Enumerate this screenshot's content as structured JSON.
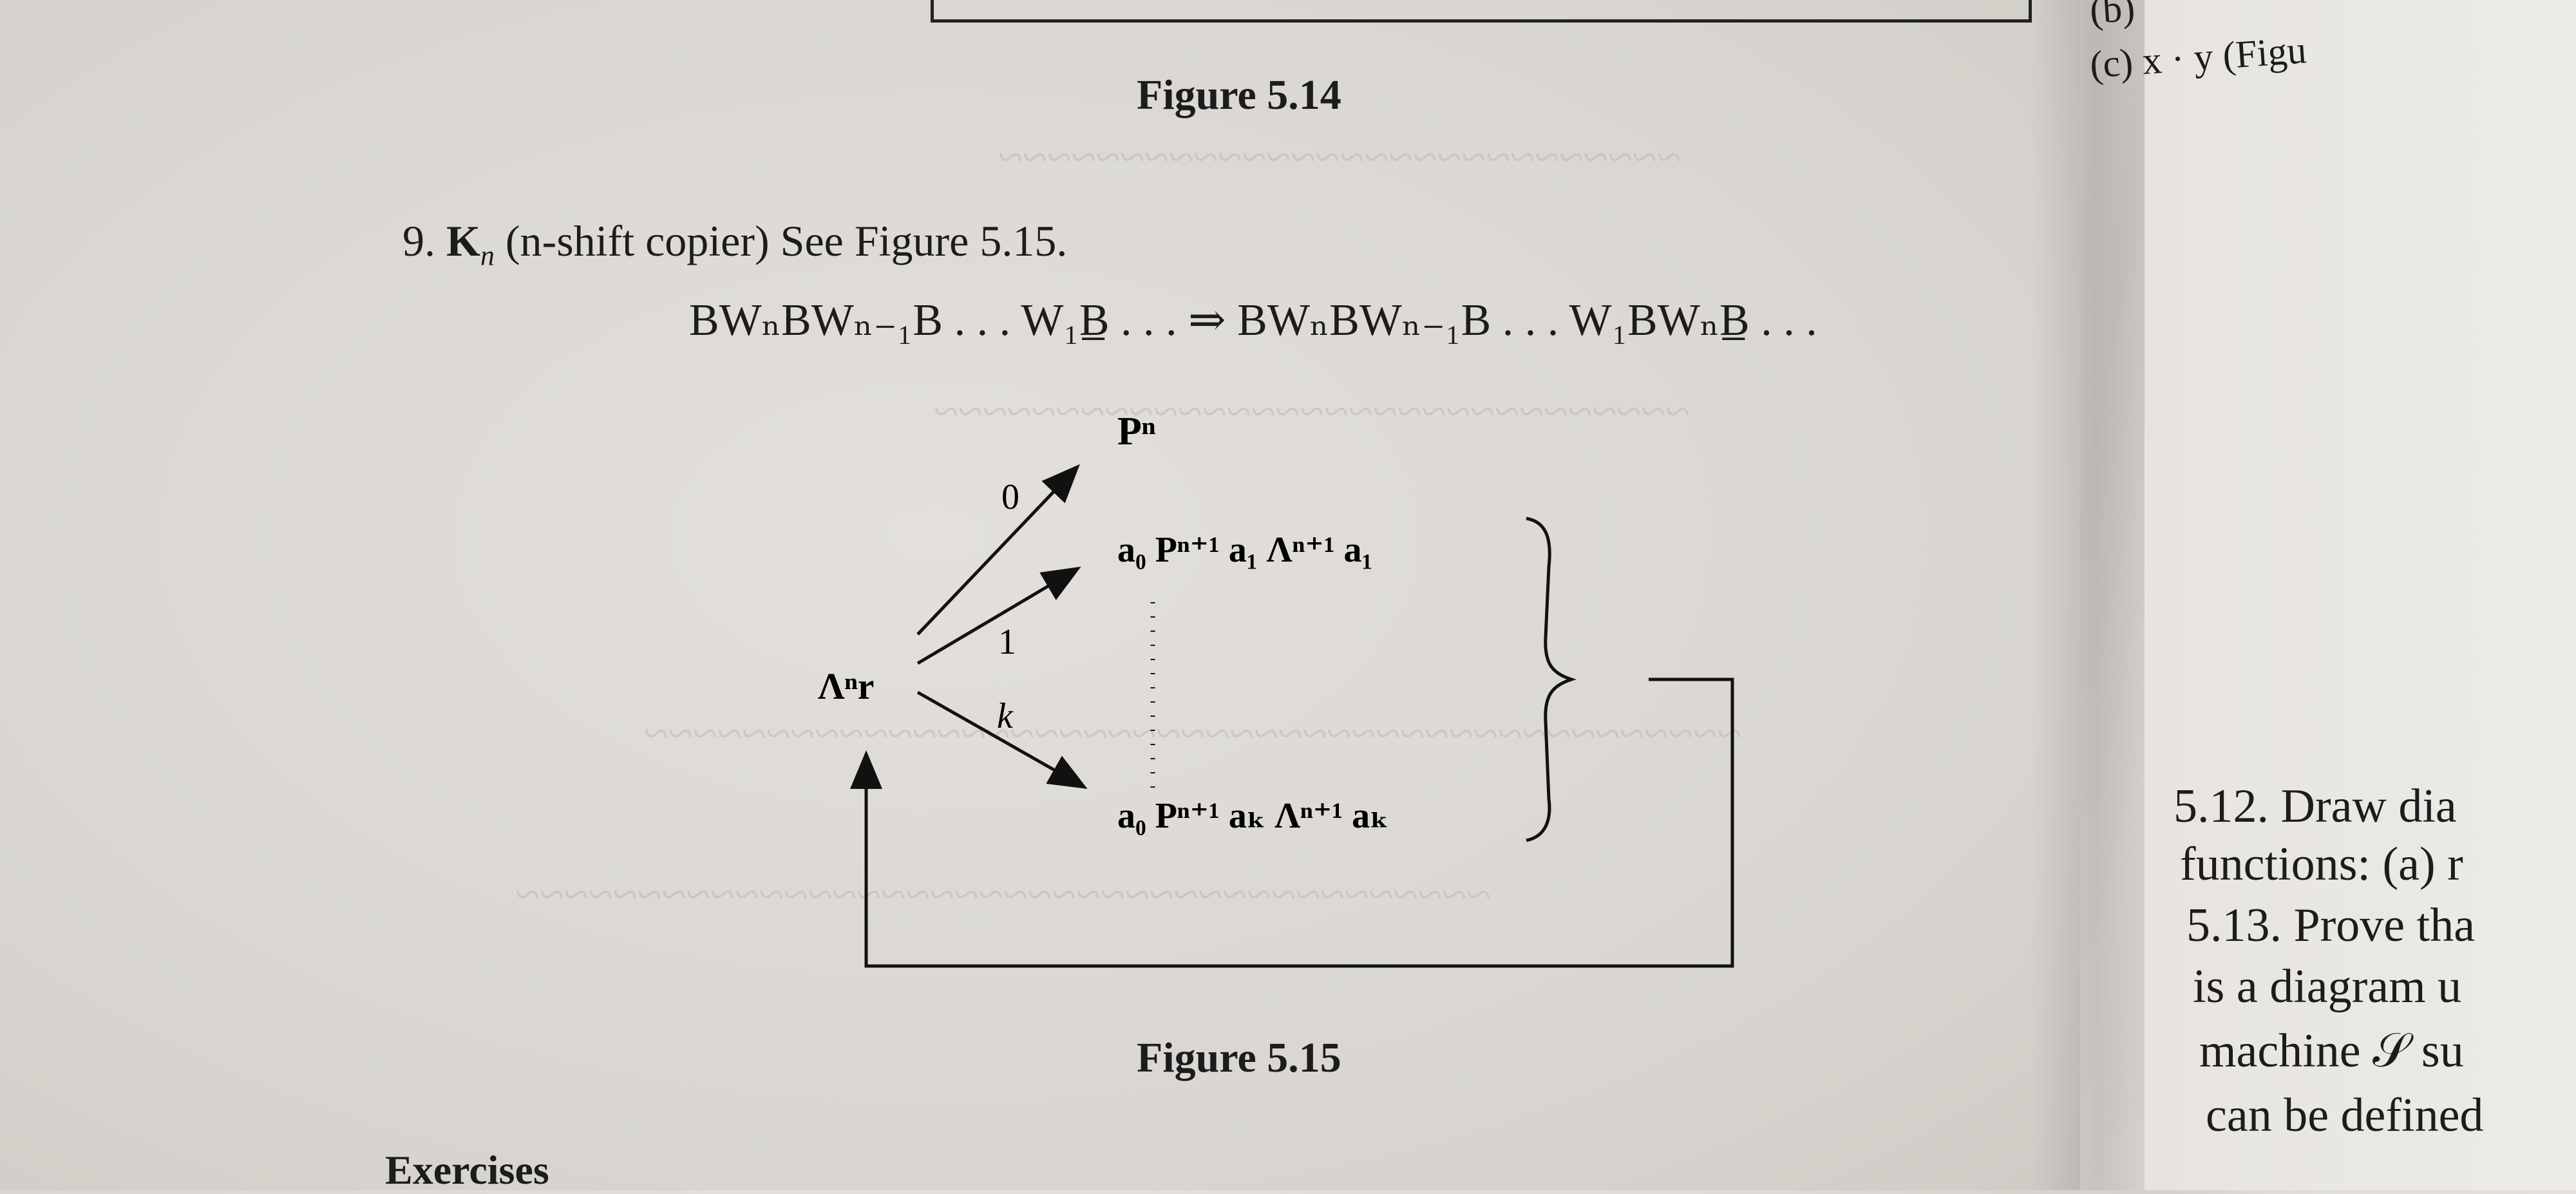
{
  "left_page": {
    "figure_5_14_caption": "Figure 5.14",
    "item_number": "9.",
    "item_symbol": "K",
    "item_sub": "n",
    "item_description": "(n-shift copier) See Figure 5.15.",
    "formula": "BWₙBWₙ₋₁B . . . W₁B̲ . . . ⇒ BWₙBWₙ₋₁B . . . W₁BWₙB̲ . . .",
    "diagram": {
      "node_top": "Pⁿ",
      "node_left": "Λⁿr",
      "node_middle": "a₀ Pⁿ⁺¹ a₁ Λⁿ⁺¹ a₁",
      "node_bottom": "a₀ Pⁿ⁺¹ aₖ Λⁿ⁺¹ aₖ",
      "label_0": "0",
      "label_1": "1",
      "label_k": "k"
    },
    "figure_5_15_caption": "Figure 5.15",
    "exercises_heading": "Exercises"
  },
  "right_page": {
    "line_b": "(b)",
    "line_c": "(c)  x · y (Figu",
    "ex_5_12": "5.12. Draw dia",
    "ex_5_12_cont": "functions: (a) r",
    "ex_5_13": "5.13. Prove tha",
    "ex_5_13_cont1": "is a diagram u",
    "ex_5_13_cont2": "machine 𝒮 su",
    "ex_5_13_cont3": "can be defined"
  }
}
